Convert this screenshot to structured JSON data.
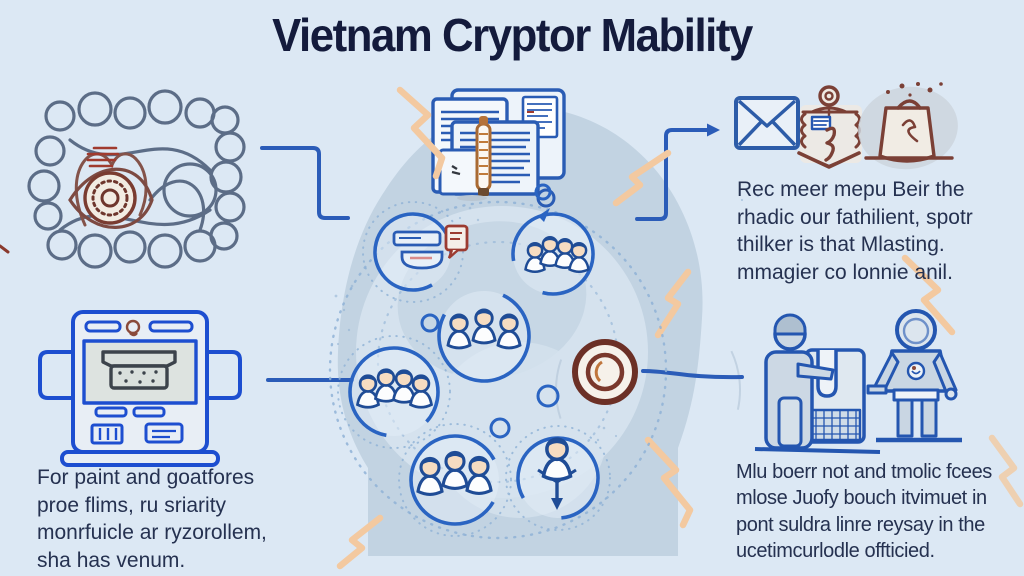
{
  "title": "Vietnam Cryptor Mability",
  "text_blocks": {
    "top_right": {
      "lines": [
        "Rec meer mepu Beir the",
        "rhadic our fathilient, spotr",
        "thilker is that Mlasting.",
        "mmagier co lonnie anil."
      ]
    },
    "bottom_left": {
      "lines": [
        "For paint and goatfores",
        "proe flims, ru sriarity",
        "monrfuicle ar ryzorollem,",
        "sha has venum."
      ]
    },
    "bottom_right": {
      "lines": [
        "Mlu boerr not and tmolic fcees",
        "mlose Juofy bouch itvimuet in",
        "pont suldra linre reysay in the",
        "ucetimcurlodle offticied."
      ]
    }
  },
  "icons": [
    "scribble-network-icon",
    "atm-kiosk-icon",
    "documents-icon",
    "pen-icon",
    "envelope-icon",
    "banner-person-icon",
    "shopping-bag-icon",
    "coin-icon",
    "people-group-icon",
    "speech-bubble-icon",
    "worker-at-terminal-icon",
    "speaker-at-podium-icon",
    "lightning-bolt-icon"
  ],
  "colors": {
    "background": "#dce8f4",
    "title_text": "#141b3c",
    "body_text": "#253150",
    "blue_outline": "#2a5cb4",
    "bright_blue": "#1d4ed0",
    "maroon": "#7b3a30",
    "head_silhouette": "#c2d3e2",
    "lightning": "#f3c9a0",
    "skin": "#f6dcc1"
  }
}
